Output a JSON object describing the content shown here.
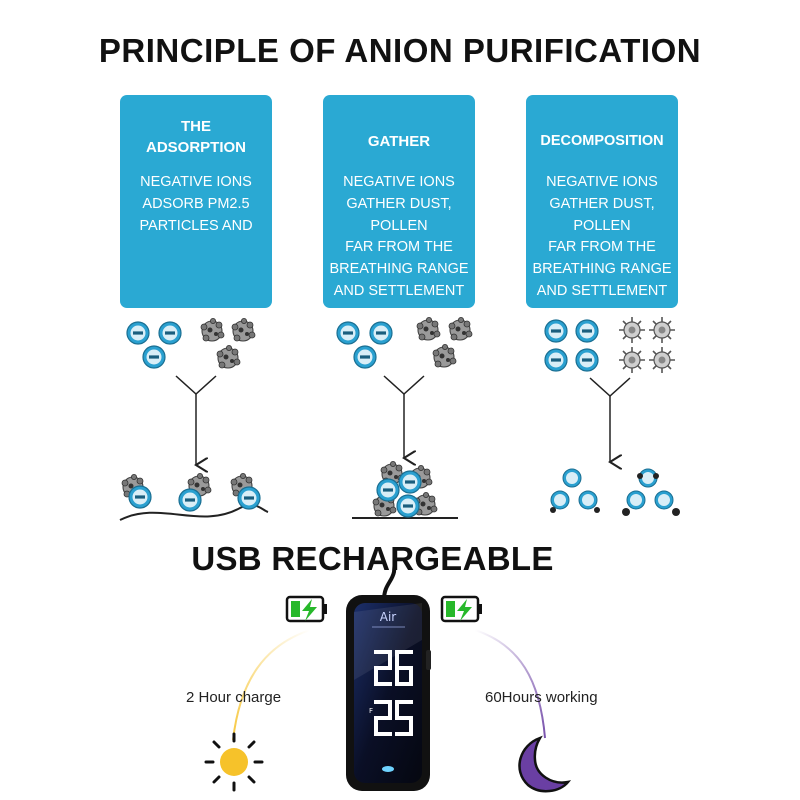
{
  "title": "PRINCIPLE OF ANION PURIFICATION",
  "cards": [
    {
      "heading_lines": [
        "THE",
        "ADSORPTION"
      ],
      "body_lines": [
        "NEGATIVE IONS",
        "ADSORB PM2.5",
        "PARTICLES AND"
      ]
    },
    {
      "heading_lines": [
        "GATHER"
      ],
      "body_lines": [
        "NEGATIVE IONS",
        "GATHER DUST,",
        "POLLEN",
        "FAR FROM THE",
        "BREATHING RANGE",
        "AND SETTLEMENT"
      ]
    },
    {
      "heading_lines": [
        "DECOMPOSITION"
      ],
      "body_lines": [
        "NEGATIVE IONS",
        "GATHER DUST,",
        "POLLEN",
        "FAR FROM THE",
        "BREATHING RANGE",
        "AND SETTLEMENT"
      ]
    }
  ],
  "usb_title": "USB RECHARGEABLE",
  "charge_label": "2 Hour charge",
  "working_label": "60Hours working",
  "device": {
    "brand": "Air",
    "display_top": "26",
    "display_bottom": "25",
    "unit": "F"
  },
  "colors": {
    "card_blue": "#2aa9d3",
    "ion_blue": "#2aa0d0",
    "battery_green": "#27b82a",
    "sun_yellow": "#f6c22a",
    "moon_purple": "#6a3fa3"
  },
  "icons": [
    "negative-ion-icon",
    "dust-particle-icon",
    "virus-icon",
    "battery-charging-icon",
    "sun-icon",
    "moon-icon"
  ]
}
